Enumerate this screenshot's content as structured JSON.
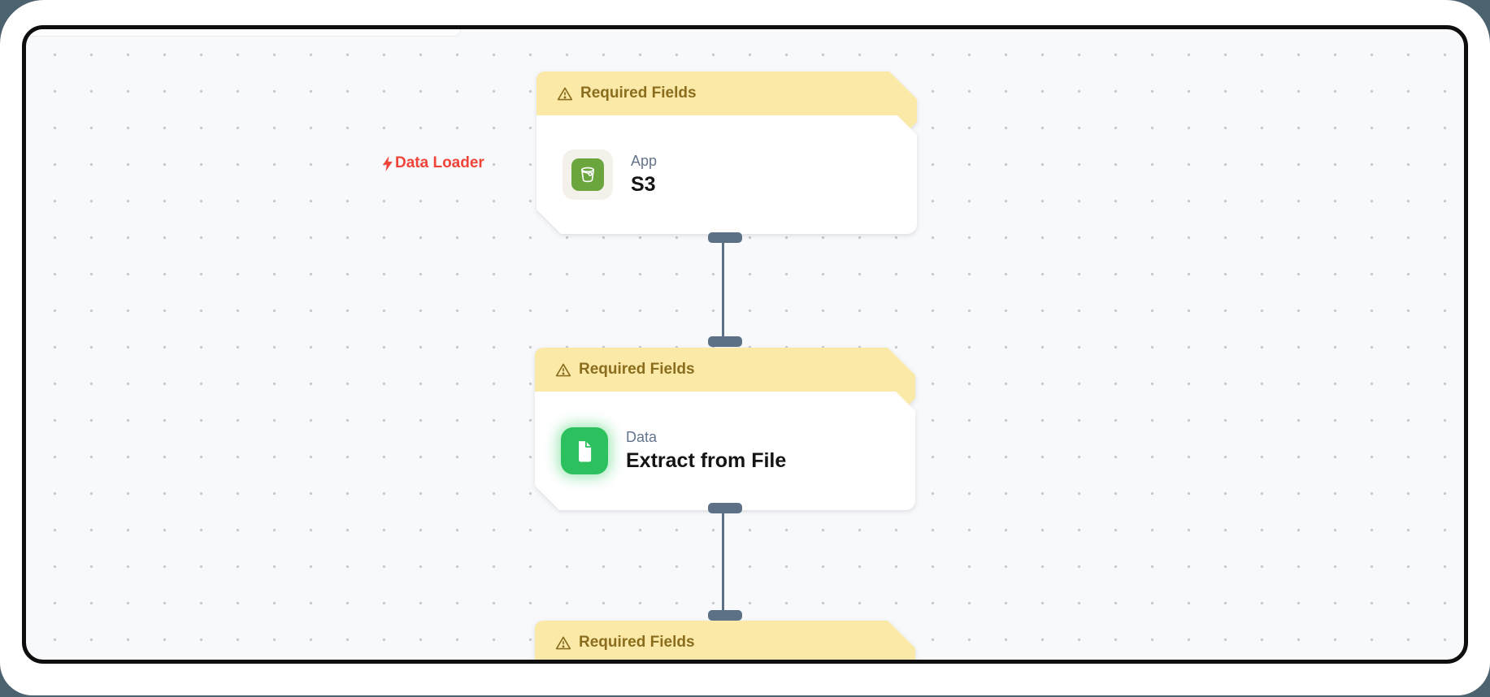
{
  "canvas": {
    "background_color": "#f8f9fb",
    "dot_color": "#c7cbd1",
    "border_color": "#0e0e0e"
  },
  "flow_label": {
    "text": "Data Loader",
    "color": "#f04438",
    "icon": "lightning-bolt-icon"
  },
  "banner": {
    "background_color": "#fbe9a8",
    "text_color": "#8a6d1d",
    "icon": "warning-triangle-icon"
  },
  "nodes": [
    {
      "banner_label": "Required Fields",
      "category": "App",
      "title": "S3",
      "icon": "s3-bucket-icon",
      "icon_color": "#6aa53e"
    },
    {
      "banner_label": "Required Fields",
      "category": "Data",
      "title": "Extract from File",
      "icon": "file-document-icon",
      "icon_color": "#2cc05f"
    },
    {
      "banner_label": "Required Fields"
    }
  ],
  "connectors": [
    {
      "from": "S3",
      "to": "Extract from File",
      "color": "#5c7186"
    },
    {
      "from": "Extract from File",
      "to": "node-3",
      "color": "#5c7186"
    }
  ]
}
